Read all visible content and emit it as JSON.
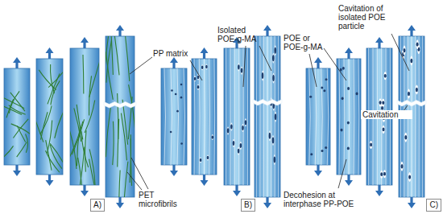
{
  "diagram": {
    "nodes": [
      {
        "text": [
          "A)"
        ]
      },
      {
        "text": [
          "B)"
        ]
      },
      {
        "text": [
          "C)"
        ]
      }
    ],
    "labels": [
      "PP matrix",
      "Isolated POE-g-MA",
      "POE or POE-g-MA",
      "Cavitation of isolated POE particle",
      "Cavitation",
      "PET microfibrils",
      "Decohesion at interphase PP-POE"
    ]
  }
}
